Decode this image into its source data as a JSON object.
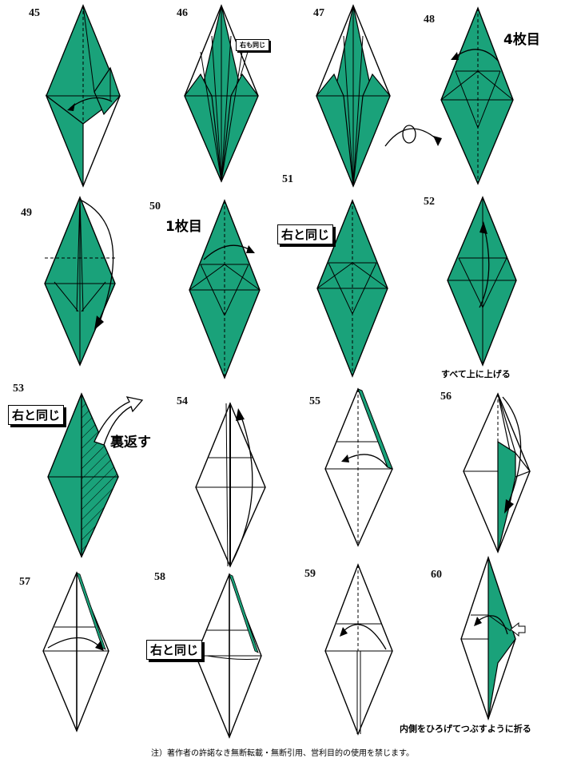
{
  "steps": [
    {
      "num": "45"
    },
    {
      "num": "46"
    },
    {
      "num": "47"
    },
    {
      "num": "48"
    },
    {
      "num": "49"
    },
    {
      "num": "50"
    },
    {
      "num": "51"
    },
    {
      "num": "52"
    },
    {
      "num": "53"
    },
    {
      "num": "54"
    },
    {
      "num": "55"
    },
    {
      "num": "56"
    },
    {
      "num": "57"
    },
    {
      "num": "58"
    },
    {
      "num": "59"
    },
    {
      "num": "60"
    }
  ],
  "labels": {
    "same_right_small": "右も同じ",
    "fourth_layer": "4枚目",
    "first_layer": "1枚目",
    "same_as_right": "右と同じ",
    "all_fold_up": "すべて上に上げる",
    "turn_over": "裏返す",
    "inside_reverse": "内側をひろげてつぶすように折る"
  },
  "footer": "注）著作者の許諾なき無断転載・無断引用、営利目的の使用を禁じます。",
  "colors": {
    "paper_color": "#1aa27a",
    "line": "#000000",
    "background": "#ffffff"
  },
  "icons": [
    "fold-arrow-icon",
    "turn-over-arrow-icon",
    "rotate-arrow-icon",
    "push-arrow-icon"
  ]
}
